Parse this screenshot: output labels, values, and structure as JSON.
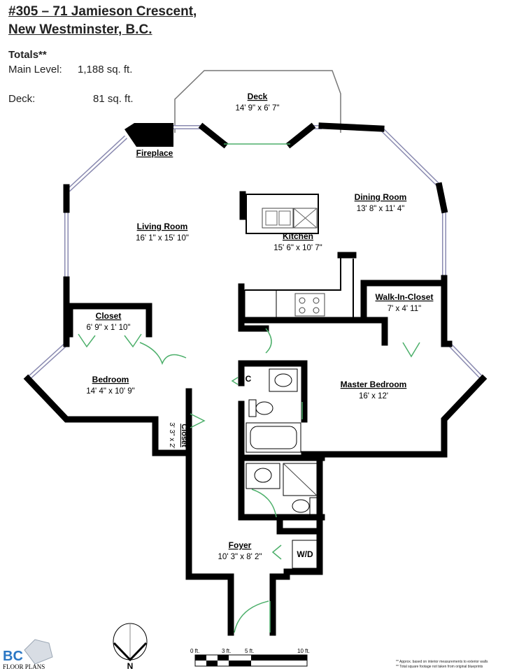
{
  "header": {
    "line1": "#305 – 71 Jamieson Crescent,",
    "line2": "New Westminster, B.C."
  },
  "totals": {
    "title": "Totals**",
    "main_label": "Main Level:",
    "main_value": "1,188 sq. ft.",
    "deck_label": "Deck:",
    "deck_value": "81 sq. ft."
  },
  "rooms": {
    "deck": {
      "name": "Deck",
      "dims": "14' 9\" x 6' 7\""
    },
    "fireplace": {
      "name": "Fireplace"
    },
    "living": {
      "name": "Living Room",
      "dims": "16' 1\" x 15' 10\""
    },
    "kitchen": {
      "name": "Kitchen",
      "dims": "15' 6\" x 10' 7\""
    },
    "dining": {
      "name": "Dining Room",
      "dims": "13' 8\" x 11' 4\""
    },
    "walkin": {
      "name": "Walk-In-Closet",
      "dims": "7' x 4' 11\""
    },
    "closet1": {
      "name": "Closet",
      "dims": "6' 9\" x 1' 10\""
    },
    "bedroom": {
      "name": "Bedroom",
      "dims": "14' 4\" x 10' 9\""
    },
    "closet2": {
      "name": "Closet",
      "dims": "3' 3\" x 2'"
    },
    "master": {
      "name": "Master Bedroom",
      "dims": "16' x 12'"
    },
    "c": {
      "name": "C"
    },
    "foyer": {
      "name": "Foyer",
      "dims": "10' 3\" x 8' 2\""
    },
    "wd": {
      "name": "W/D"
    }
  },
  "compass": {
    "label": "N"
  },
  "scale": {
    "labels": [
      "0 ft.",
      "3 ft.",
      "5 ft.",
      "10 ft."
    ]
  },
  "logo": {
    "line1": "BC",
    "line2": "FLOOR PLANS"
  },
  "notes": [
    "** Approx. based on interior measurements to exterior walls",
    "** Total square footage not taken from original blueprints"
  ]
}
